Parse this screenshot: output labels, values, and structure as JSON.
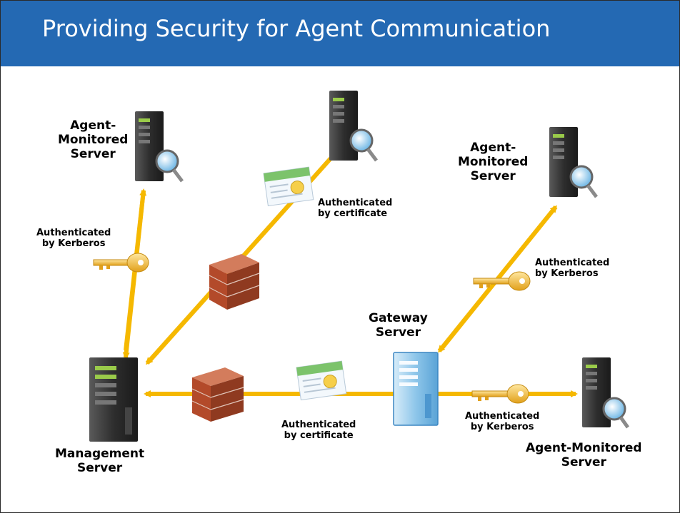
{
  "title": "Providing Security for Agent Communication",
  "labels": {
    "agent_top_left": [
      "Agent-",
      "Monitored",
      "Server"
    ],
    "agent_top_right": [
      "Agent-",
      "Monitored",
      "Server"
    ],
    "agent_bottom_right": [
      "Agent-Monitored",
      "Server"
    ],
    "management": [
      "Management",
      "Server"
    ],
    "gateway": [
      "Gateway",
      "Server"
    ],
    "auth_kerberos_left": [
      "Authenticated",
      "by Kerberos"
    ],
    "auth_cert_top": [
      "Authenticated",
      "by certificate"
    ],
    "auth_kerberos_right": [
      "Authenticated",
      "by Kerberos"
    ],
    "auth_cert_bottom": [
      "Authenticated",
      "by certificate"
    ],
    "auth_kerberos_bottom": [
      "Authenticated",
      "by Kerberos"
    ]
  },
  "colors": {
    "title_bar": "#2469b3",
    "arrow": "#f5b800",
    "firewall": "#b34a2a",
    "key": "#f2bd3c"
  }
}
